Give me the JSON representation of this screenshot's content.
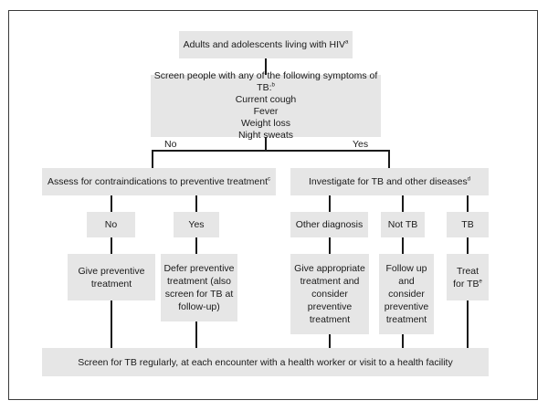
{
  "diagram": {
    "title": {
      "text": "Adults and adolescents living with HIV",
      "sup": "a"
    },
    "screen": {
      "text": "Screen people with any of the following symptoms of TB:",
      "sup": "b",
      "symptoms": [
        "Current cough",
        "Fever",
        "Weight loss",
        "Night sweats"
      ]
    },
    "branch_no": "No",
    "branch_yes": "Yes",
    "assess": {
      "text": "Assess for contraindications to preventive treatment",
      "sup": "c"
    },
    "investigate": {
      "text": "Investigate for TB and other diseases",
      "sup": "d"
    },
    "opt_no": "No",
    "opt_yes": "Yes",
    "opt_other": "Other diagnosis",
    "opt_not_tb": "Not TB",
    "opt_tb": "TB",
    "give_preventive": [
      "Give preventive",
      "treatment"
    ],
    "defer_preventive": [
      "Defer preventive",
      "treatment (also",
      "screen for TB at",
      "follow-up)"
    ],
    "give_appropriate": [
      "Give appropriate",
      "treatment and",
      "consider",
      "preventive",
      "treatment"
    ],
    "follow_up": [
      "Follow up",
      "and",
      "consider",
      "preventive",
      "treatment"
    ],
    "treat_tb": {
      "lines": [
        "Treat",
        "for TB"
      ],
      "sup": "e"
    },
    "screen_regularly": "Screen for TB regularly, at each encounter with a health worker or visit to a health facility"
  },
  "colors": {
    "box_fill": "#e6e6e6",
    "line": "#1a1a1a",
    "frame": "#3a3a3a"
  }
}
